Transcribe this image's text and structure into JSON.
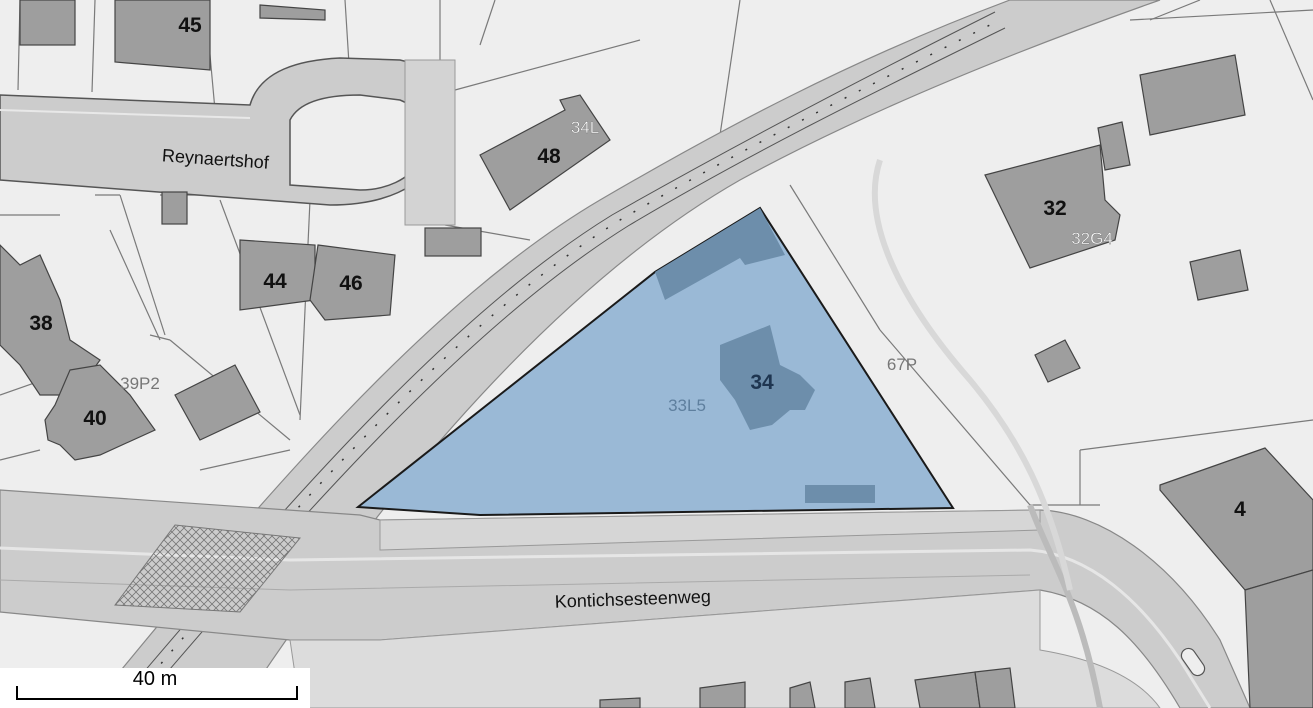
{
  "streets": {
    "reynaertshof": "Reynaertshof",
    "kontichsesteenweg": "Kontichsesteenweg"
  },
  "house_numbers": {
    "n45": "45",
    "n48": "48",
    "n44": "44",
    "n46": "46",
    "n38": "38",
    "n40": "40",
    "n32": "32",
    "n34": "34",
    "n4": "4"
  },
  "parcel_ids": {
    "p34l": "34L",
    "p32g4": "32G4",
    "p39p2": "39P2",
    "p33l5": "33L5",
    "p67p": "67P"
  },
  "scale": {
    "label": "40 m"
  },
  "colors": {
    "background": "#eeeeee",
    "road": "#cccccc",
    "building": "#9e9e9e",
    "selected_parcel": "#9ab9d6",
    "selected_building": "#6d8eab"
  }
}
